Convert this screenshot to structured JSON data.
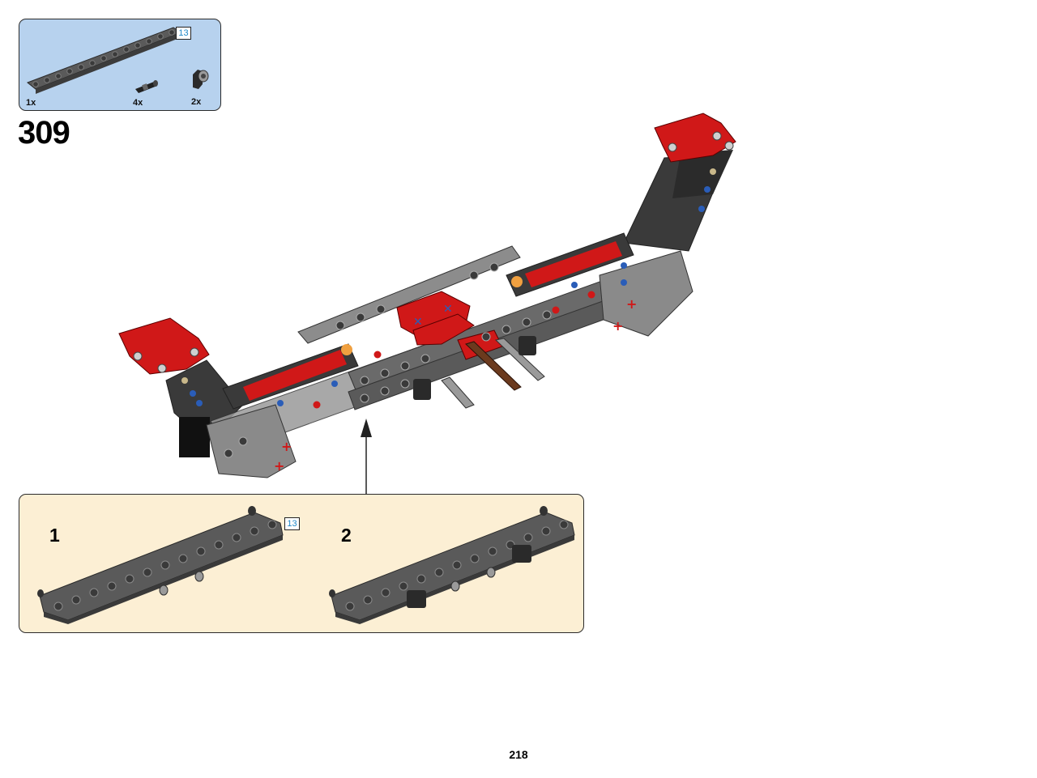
{
  "parts_list": {
    "items": [
      {
        "name": "beam-13",
        "quantity": "1x",
        "length_badge": "13"
      },
      {
        "name": "pin-with-bushing",
        "quantity": "4x"
      },
      {
        "name": "angle-connector",
        "quantity": "2x"
      }
    ]
  },
  "step": {
    "number": "309"
  },
  "subassembly": {
    "steps": [
      {
        "number": "1",
        "length_badge": "13"
      },
      {
        "number": "2"
      }
    ]
  },
  "page": {
    "number": "218"
  },
  "colors": {
    "parts_box_bg": "#b7d2ee",
    "subassembly_bg": "#fcefd4",
    "beam_dark": "#555555",
    "beam_light": "#9a9a9a",
    "accent_red": "#d01818",
    "pin_blue": "#2a5db8",
    "badge_text": "#1e88c8"
  }
}
